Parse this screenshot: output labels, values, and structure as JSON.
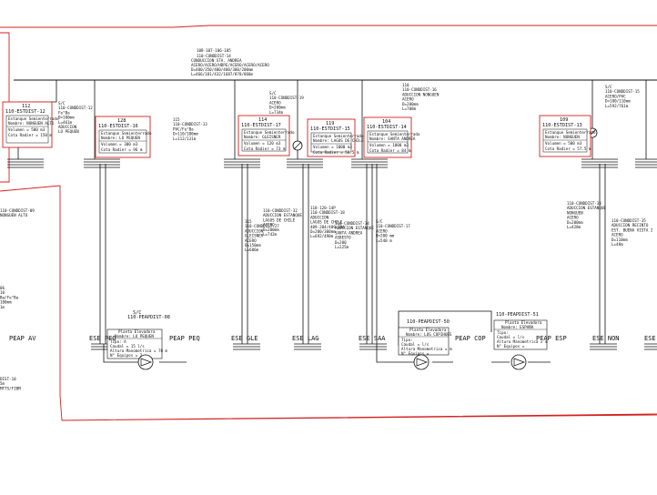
{
  "colors": {
    "boundary": "#d42020",
    "line": "#111111",
    "background": "#ffffff"
  },
  "main_trunk": {
    "ids": "108-107-106-105",
    "code": "110-CONDDIST-14",
    "desc": "CONDUCCION STA. ANDREA",
    "materials": "ACERO/ACERO/HDPE/ACERO/ACERO/ACERO",
    "diameters": "D=400/350/400/400/300/200mm",
    "lengths": "L=466/181/432/1687/878/868m"
  },
  "labels": {
    "trunk_left": {
      "lines": [
        "S/C",
        "110-CONDDIST-12",
        "Fe°Ba",
        "D=100mm",
        "L=461m",
        "ADUCCION",
        "LO PEQUEN"
      ]
    },
    "t115": {
      "lines": [
        "115",
        "110-CONDDIST-13",
        "PVC/Fe°Ba",
        "D=110/100mm",
        "L=112/131m"
      ]
    },
    "t119": {
      "lines": [
        "S/C",
        "110-CONDDIST-19",
        "ACERO",
        "D=200mm",
        "L=734m"
      ]
    },
    "t110": {
      "lines": [
        "110",
        "110-CONDDIST-16",
        "ADUCCION NONGUEN",
        "ACERO",
        "D=200mm",
        "L=708m"
      ]
    },
    "t_right": {
      "lines": [
        "S/C",
        "110-CONDDIST-15",
        "ACERO/PVC",
        "D=180/110mm",
        "L=592/761m"
      ]
    },
    "left_lower": {
      "lines": [
        "110-CONDDIST-09",
        "NONGUEN ALTO"
      ]
    },
    "left_bottom": {
      "lines": [
        "06",
        "10",
        "Ba/Fe°Ba",
        "100mm",
        "1m"
      ]
    },
    "left_footer": {
      "lines": [
        "DIST-10",
        "5m",
        "MTTS/FIBM"
      ]
    },
    "c32": {
      "lines": [
        "110-CONDDIST-32",
        "ADUCCION ESTANQUE",
        "LAGOS DE CHILE",
        "ACERO",
        "D=200mm",
        "L=742m"
      ]
    },
    "c27": {
      "lines": [
        "115",
        "110-CONDDIST-27",
        "ADUCCION",
        "GLEISNER",
        "ACERO",
        "D=150mm",
        "L=606m"
      ]
    },
    "c18": {
      "lines": [
        "118-120-14P",
        "110-CONDDIST-18",
        "ADUCCION",
        "LAGOS DE CHILE",
        "409-204/409-204",
        "D=200/300mm",
        "L=692/490m"
      ]
    },
    "c34": {
      "lines": [
        "110-CONDDIST-34",
        "ADUCCION ESTANQUE",
        "SANTA ANDREA",
        "ASBESTO",
        "D=200",
        "L=225m"
      ]
    },
    "c17": {
      "lines": [
        "S/C",
        "110-CONDDIST-17",
        "ACERO",
        "D=200 mm",
        "L=540 m"
      ]
    },
    "c33": {
      "lines": [
        "110-CONDDIST-33",
        "ADUCCION ESTANQUE",
        "NONGUEN",
        "ACERO",
        "D=200mm",
        "L=428m"
      ]
    },
    "c35": {
      "lines": [
        "110-CONDDIST-35",
        "ADUCCION RECINTO",
        "EST. BUENA VISTA 2",
        "ACERO",
        "D=110mm",
        "L=48m"
      ]
    }
  },
  "tanks": [
    {
      "id": "t12",
      "num": "112",
      "code": "110-ESTDIST-12",
      "type": "Estanque Semienterrado",
      "nombre": "Nombre: NONGUEN ALTO",
      "volumen": "Volumen = 500 m3",
      "cota": "Cota Radier = 150 m"
    },
    {
      "id": "t16",
      "num": "128",
      "code": "110-ESTDIST-16",
      "type": "Estanque Semienterrado",
      "nombre": "Nombre: LO PEQUEN",
      "volumen": "Volumen = 300 m3",
      "cota": "Cota Radier = 96 m"
    },
    {
      "id": "t17",
      "num": "114",
      "code": "110-ESTDIST-17",
      "type": "Estanque Semienterrado",
      "nombre": "Nombre: GLEISNER",
      "volumen": "Volumen = 120 m3",
      "cota": "Cota Radier = 73 m"
    },
    {
      "id": "t15",
      "num": "119",
      "code": "110-ESTDIST-15",
      "type": "Estanque Semienterrado",
      "nombre": "Nombre: LAGOS DE CHILE",
      "volumen": "Volumen = 1000 m3",
      "cota": "Cota Radier = 56.5 m"
    },
    {
      "id": "t14",
      "num": "104",
      "code": "110-ESTDIST-14",
      "type": "Estanque Semienterrado",
      "nombre": "Nombre: SANTA ANDREA",
      "volumen": "Volumen = 1000 m3",
      "cota": "Cota Radier = 84 m"
    },
    {
      "id": "t13",
      "num": "109",
      "code": "110-ESTDIST-13",
      "type": "Estanque Semienterrado",
      "nombre": "Nombre: NONGUEN",
      "volumen": "Volumen = 500 m3",
      "cota": "Cota Radier = 57.5 m"
    }
  ],
  "pumps": [
    {
      "id": "p08",
      "sc": "S/C",
      "code": "110-PEAPDIST-08",
      "title": "Planta Elevadora",
      "nombre": "Nombre: LO PEQUEN",
      "tipo": "Tipo: A",
      "caudal": "Caudal = 15 l/s",
      "altura": "Altura Manometrica = 70 m",
      "equipos": "N° Equipos = 2"
    },
    {
      "id": "p50",
      "sc": "",
      "code": "110-PEAPDIST-50",
      "title": "Planta Elevadora",
      "nombre": "Nombre: LOS COPIHUES",
      "tipo": "Tipo: ",
      "caudal": "Caudal = l/s",
      "altura": "Altura Manometrica = m",
      "equipos": "N° Equipos = "
    },
    {
      "id": "p51",
      "sc": "",
      "code": "110-PEAPDIST-51",
      "title": "Planta Elevadora",
      "nombre": "Nombre: ESPAÑA",
      "tipo": "Tipo: ",
      "caudal": "Caudal = l/s",
      "altura": "Altura Manometrica = m",
      "equipos": "N° Equipos = "
    }
  ],
  "bottom_labels": [
    "PEAP AV",
    "ESE PEQ",
    "PEAP PEQ",
    "ESE GLE",
    "ESE LAG",
    "ESE SAA",
    "PEAP COP",
    "PEAP ESP",
    "ESE NON",
    "ESE"
  ]
}
